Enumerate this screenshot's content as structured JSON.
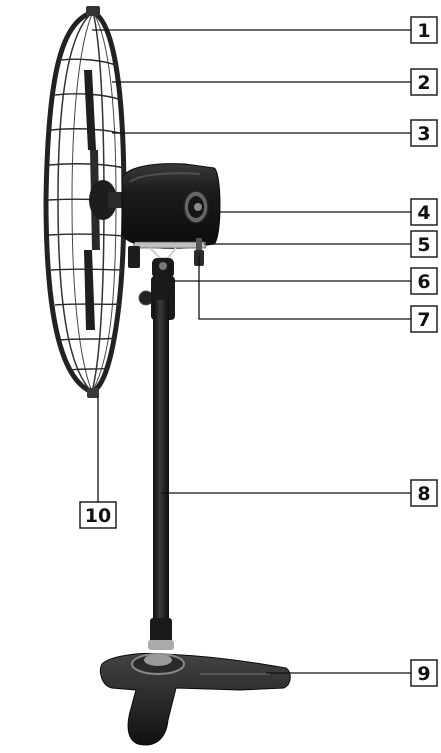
{
  "figure": {
    "subject": "pedestal fan, side view",
    "callouts": [
      {
        "id": "callout-1",
        "label": "1"
      },
      {
        "id": "callout-2",
        "label": "2"
      },
      {
        "id": "callout-3",
        "label": "3"
      },
      {
        "id": "callout-4",
        "label": "4"
      },
      {
        "id": "callout-5",
        "label": "5"
      },
      {
        "id": "callout-6",
        "label": "6"
      },
      {
        "id": "callout-7",
        "label": "7"
      },
      {
        "id": "callout-8",
        "label": "8"
      },
      {
        "id": "callout-9",
        "label": "9"
      },
      {
        "id": "callout-10",
        "label": "10"
      }
    ]
  },
  "colors": {
    "ink": "#111111",
    "body": "#1c1c1c",
    "metal": "#9a9a9a"
  }
}
